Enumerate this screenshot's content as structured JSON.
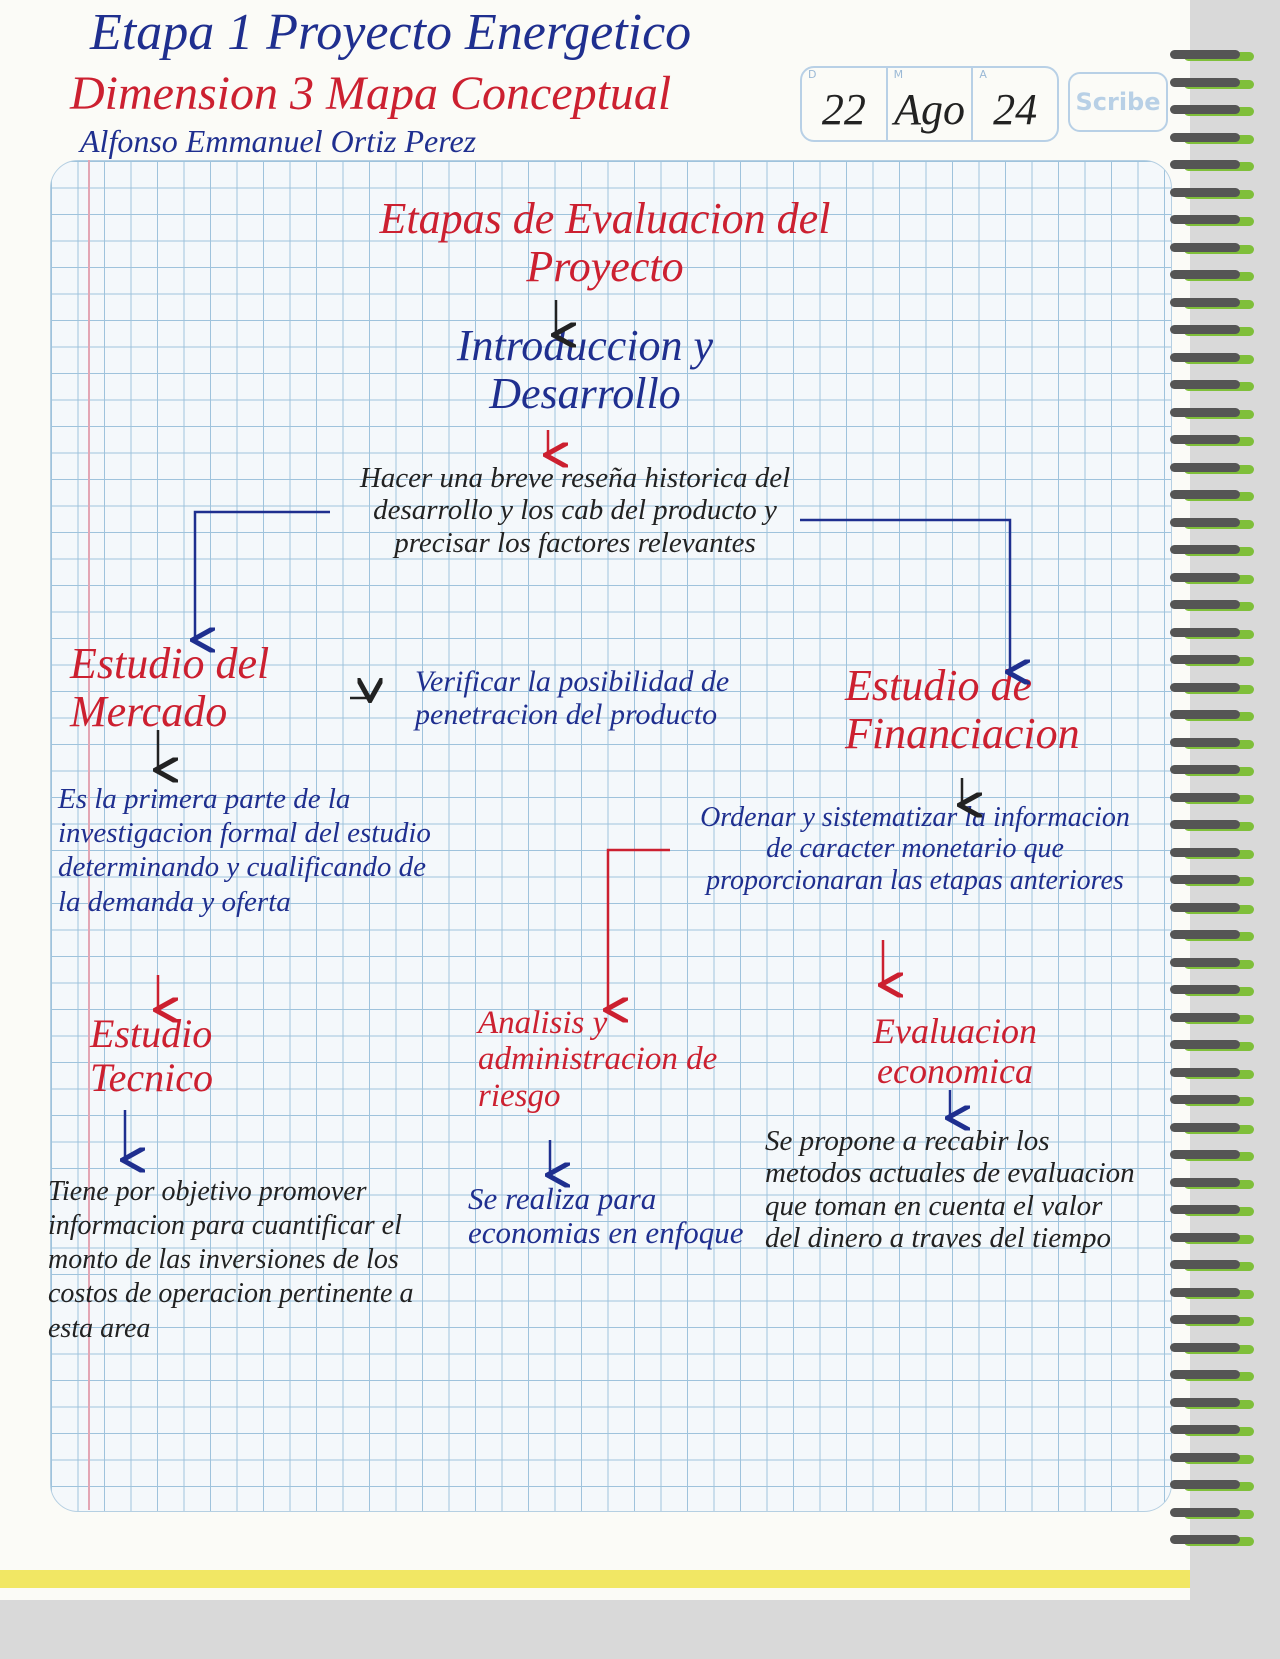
{
  "header": {
    "title": "Etapa 1  Proyecto Energetico",
    "subtitle": "Dimension 3  Mapa Conceptual",
    "author": "Alfonso Emmanuel Ortiz Perez",
    "date": {
      "d_label": "D",
      "m_label": "M",
      "a_label": "A",
      "day": "22",
      "month": "Ago",
      "year": "24"
    },
    "brand": "Scribe"
  },
  "map": {
    "root": "Etapas de Evaluacion del Proyecto",
    "intro": "Introduccion y Desarrollo",
    "intro_desc": "Hacer una breve reseña historica del desarrollo y los cab del producto y precisar los factores relevantes",
    "mercado": "Estudio del Mercado",
    "mercado_side": "Verificar la posibilidad de penetracion del producto",
    "mercado_desc": "Es la primera parte de la investigacion formal del estudio determinando y cualificando de la demanda y oferta",
    "tecnico": "Estudio Tecnico",
    "tecnico_desc": "Tiene por objetivo promover informacion para cuantificar el monto de las inversiones de los costos de operacion pertinente a esta area",
    "financiacion": "Estudio de Financiacion",
    "financiacion_desc": "Ordenar y sistematizar la informacion de caracter monetario que proporcionaran las etapas anteriores",
    "riesgo": "Analisis y administracion de riesgo",
    "riesgo_desc": "Se realiza para economias en enfoque",
    "evaluacion": "Evaluacion economica",
    "evaluacion_desc": "Se propone a recabir los metodos actuales de evaluacion que toman en cuenta el valor del dinero a traves del tiempo"
  },
  "colors": {
    "blue_ink": "#1f2f8f",
    "red_ink": "#cc2030",
    "black_ink": "#222222",
    "grid": "#9fc3dc"
  }
}
